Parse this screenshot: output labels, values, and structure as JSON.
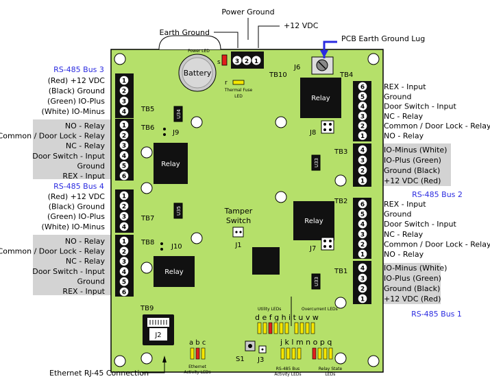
{
  "top_labels": {
    "power_ground": "Power Ground",
    "earth_ground": "Earth Ground",
    "plus12": "+12 VDC",
    "pcb_lug": "PCB Earth Ground Lug"
  },
  "power_pins": [
    "3",
    "2",
    "1"
  ],
  "board": {
    "power_led": "Power LED",
    "battery": "Battery",
    "s": "s",
    "r": "r",
    "thermal_fuse": "Thermal Fuse",
    "led": "LED",
    "tb10": "TB10",
    "j6": "J6",
    "tb4": "TB4",
    "tb5": "TB5",
    "tb6": "TB6",
    "j9": "J9",
    "tb7": "TB7",
    "tb8": "TB8",
    "j10": "J10",
    "tb3": "TB3",
    "j8": "J8",
    "tb2": "TB2",
    "j7": "J7",
    "tb1": "TB1",
    "tb9": "TB9",
    "j2": "J2",
    "j1": "J1",
    "j3": "J3",
    "s1": "S1",
    "tamper_switch": "Tamper",
    "tamper_switch2": "Switch",
    "u34": "U34",
    "u35": "U35",
    "u33a": "U33",
    "u33b": "U33",
    "relay": "Relay",
    "utility_leds": "Utility LEDs",
    "overcurrent_leds": "Overcurrent LEDs",
    "led_letters_top": "d e f g h i t u v w",
    "led_letters_bottom": "j k l m    n o p q",
    "led_letters_eth": "a b c",
    "eth_activity": [
      "Ethernet",
      "Activity LEDs"
    ],
    "rs485_activity": [
      "RS-485 Bus",
      "Activity LEDs"
    ],
    "relay_state": [
      "Relay State",
      "LEDs"
    ]
  },
  "left_groups": {
    "bus3_title": "RS-485 Bus 3",
    "bus3": [
      "(Red) +12 VDC",
      "(Black) Ground",
      "(Green) IO-Plus",
      "(White) IO-Minus"
    ],
    "relay1": [
      "NO - Relay",
      "Common / Door Lock - Relay",
      "NC - Relay",
      "Door Switch - Input",
      "Ground",
      "REX - Input"
    ],
    "bus4_title": "RS-485 Bus 4",
    "bus4": [
      "(Red) +12 VDC",
      "(Black) Ground",
      "(Green) IO-Plus",
      "(White) IO-Minus"
    ],
    "relay2": [
      "NO - Relay",
      "Common / Door Lock - Relay",
      "NC - Relay",
      "Door Switch - Input",
      "Ground",
      "REX - Input"
    ]
  },
  "right_groups": {
    "tb4": [
      "REX - Input",
      "Ground",
      "Door Switch - Input",
      "NC - Relay",
      "Common / Door Lock - Relay",
      "NO - Relay"
    ],
    "tb3": [
      "IO-Minus (White)",
      "IO-Plus (Green)",
      "Ground (Black)",
      "+12 VDC (Red)"
    ],
    "bus2_title": "RS-485 Bus 2",
    "tb2": [
      "REX - Input",
      "Ground",
      "Door Switch - Input",
      "NC - Relay",
      "Common / Door Lock - Relay",
      "NO - Relay"
    ],
    "tb1": [
      "IO-Minus (White)",
      "IO-Plus (Green)",
      "Ground (Black)",
      "+12 VDC (Red)"
    ],
    "bus1_title": "RS-485 Bus 1"
  },
  "pins": {
    "six": [
      "1",
      "2",
      "3",
      "4",
      "5",
      "6"
    ],
    "four": [
      "1",
      "2",
      "3",
      "4"
    ],
    "six_rev": [
      "6",
      "5",
      "4",
      "3",
      "2",
      "1"
    ],
    "four_rev": [
      "4",
      "3",
      "2",
      "1"
    ]
  },
  "bottom_label": "Ethernet RJ-45 Connection",
  "colors": {
    "board": "#b5e06a",
    "grey": "#d3d3d3",
    "blue": "#2a2ae0",
    "red": "#e0201c",
    "yellow": "#f5e600"
  }
}
